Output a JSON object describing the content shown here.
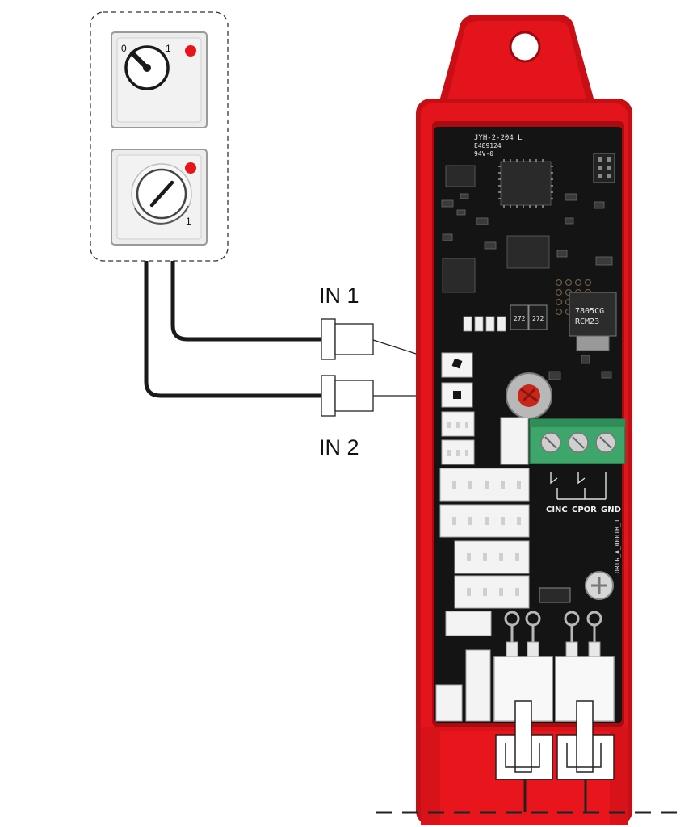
{
  "inputs": [
    {
      "label": "IN 1"
    },
    {
      "label": "IN 2"
    }
  ],
  "switch_panel": {
    "top_switch": {
      "pos0": "0",
      "pos1": "1"
    },
    "bottom_switch": {
      "pos1": "1"
    },
    "indicator_color": "#e8141c"
  },
  "terminal_block": {
    "labels": [
      "CINC",
      "CPOR",
      "GND"
    ]
  },
  "board": {
    "silkscreen": [
      "JYH-2-204 L",
      "E489124",
      "94V-0"
    ],
    "regulator_text": [
      "7805CG",
      "RCM23"
    ],
    "resistor_codes": [
      "272",
      "272"
    ],
    "board_id": "ORIG_A_0001B_1"
  },
  "colors": {
    "housing": "#e3141b",
    "pcb": "#141414",
    "terminal": "#3fa66b",
    "wire": "#1a1a1a"
  }
}
